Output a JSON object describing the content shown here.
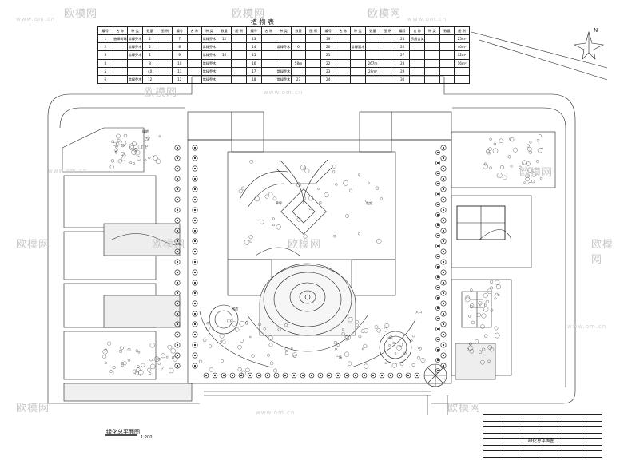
{
  "watermark": {
    "brand": "欧模网",
    "url": "www.om.cn"
  },
  "legend": {
    "title": "植 物 表",
    "header": [
      "编号",
      "名 称",
      "种 类",
      "数量",
      "图 例",
      "编号",
      "名 称",
      "种 类",
      "数量",
      "图 例",
      "编号",
      "名 称",
      "种 类",
      "数量",
      "图 例",
      "编号",
      "名 称",
      "种 类",
      "数量",
      "图 例",
      "编号",
      "名 称",
      "种 类",
      "数量",
      "图 例"
    ],
    "rows": [
      [
        "1",
        "香樟树球",
        "常绿乔木",
        "2",
        "",
        "7",
        "",
        "常绿乔木",
        "12",
        "",
        "13",
        "",
        "",
        "",
        "",
        "19",
        "",
        "",
        "",
        "",
        "25",
        "乐昌含笑",
        "",
        "",
        "25m²"
      ],
      [
        "2",
        "",
        "常绿乔木",
        "2",
        "",
        "8",
        "",
        "常绿乔木",
        "",
        "",
        "14",
        "",
        "常绿乔木",
        "6",
        "",
        "20",
        "",
        "常绿灌木",
        "",
        "",
        "26",
        "",
        "",
        "",
        "40m²"
      ],
      [
        "3",
        "",
        "常绿乔木",
        "1",
        "",
        "9",
        "",
        "常绿乔木",
        "10",
        "",
        "15",
        "",
        "",
        "",
        "",
        "21",
        "",
        "",
        "",
        "",
        "27",
        "",
        "",
        "",
        "12m²"
      ],
      [
        "4",
        "",
        "",
        "8",
        "",
        "10",
        "",
        "常绿乔木",
        "",
        "",
        "16",
        "",
        "",
        "58m",
        "",
        "22",
        "",
        "",
        "267m",
        "",
        "28",
        "",
        "",
        "",
        "16m²"
      ],
      [
        "5",
        "",
        "",
        "40",
        "",
        "11",
        "",
        "常绿乔木",
        "",
        "",
        "17",
        "",
        "常绿乔木",
        "",
        "",
        "23",
        "",
        "",
        "29m²",
        "",
        "29",
        "",
        "",
        "",
        ""
      ],
      [
        "6",
        "",
        "常绿乔木",
        "12",
        "",
        "12",
        "",
        "常绿乔木",
        "",
        "",
        "18",
        "",
        "常绿乔木",
        "27",
        "",
        "24",
        "",
        "",
        "",
        "",
        "30",
        "",
        "",
        "",
        ""
      ]
    ]
  },
  "plan": {
    "title": "绿化总平面图",
    "scale": "1:200"
  },
  "titleblock": {
    "drawing_name": "绿化总平面图",
    "rows": [
      [
        "",
        "",
        "",
        "",
        "",
        ""
      ],
      [
        "",
        "",
        "",
        "",
        "",
        ""
      ],
      [
        "",
        "",
        "",
        "",
        "",
        ""
      ],
      [
        "",
        "",
        "",
        "",
        "",
        ""
      ],
      [
        "",
        "",
        "",
        "",
        "",
        ""
      ],
      [
        "",
        "",
        "",
        "",
        "",
        ""
      ],
      [
        "",
        "",
        "",
        "",
        "",
        ""
      ]
    ]
  },
  "labels": [
    {
      "t": "绿地",
      "key": "a"
    },
    {
      "t": "草坪",
      "key": "b"
    },
    {
      "t": "花架",
      "key": "c"
    },
    {
      "t": "树池",
      "key": "d"
    },
    {
      "t": "广场",
      "key": "e"
    },
    {
      "t": "入口",
      "key": "f"
    }
  ]
}
